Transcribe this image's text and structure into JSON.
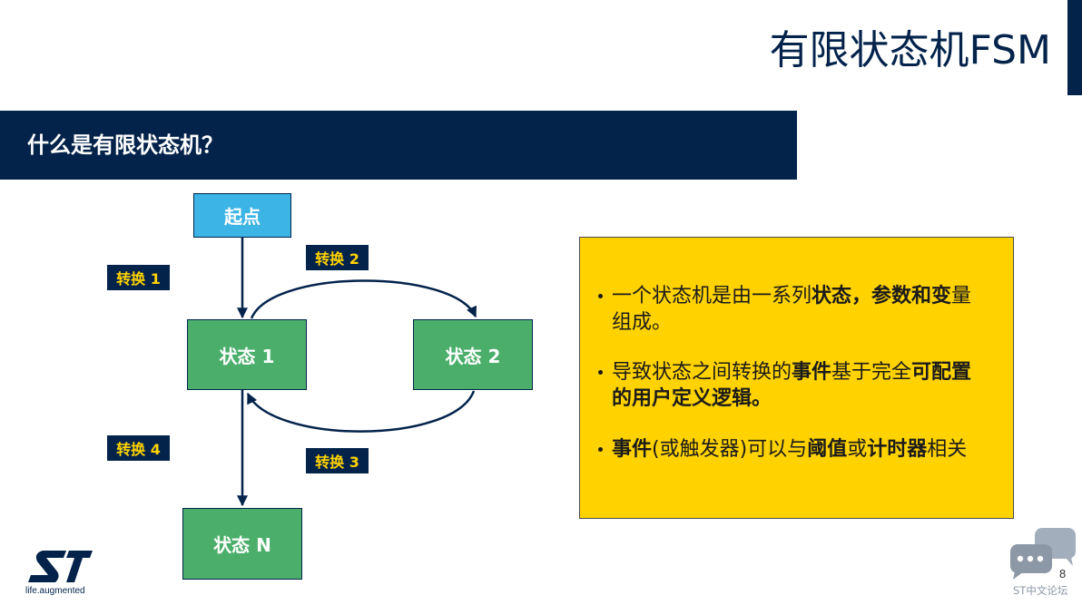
{
  "slide": {
    "title": "有限状态机FSM",
    "page_number": "8"
  },
  "banner": {
    "heading": "什么是有限状态机？"
  },
  "diagram": {
    "start_node": "起点",
    "state_1": "状态 1",
    "state_2": "状态 2",
    "state_n": "状态 N",
    "transition_1": "转换 1",
    "transition_2": "转换 2",
    "transition_3": "转换 3",
    "transition_4": "转换 4"
  },
  "info_box": {
    "bullets": [
      [
        "一个状态机是由一系列",
        "状态，参数和变",
        "量",
        "组成。"
      ],
      [
        "导致状态之间转换的",
        "事件",
        "基于完全",
        "可配置",
        "的用户定义逻辑。"
      ],
      [
        "事件",
        "(或触发器)可以与",
        "阈值",
        "或",
        "计时器",
        "相关"
      ]
    ]
  },
  "footer": {
    "logo_tagline": "life.augmented",
    "watermark_text": "ST中文论坛"
  },
  "icons": {
    "brand_logo": "st-logo",
    "forum_watermark": "chat-bubbles-icon"
  },
  "colors": {
    "navy": "#03234B",
    "light_blue": "#3CB4E6",
    "green": "#4BAF6B",
    "yellow": "#FFD200"
  }
}
